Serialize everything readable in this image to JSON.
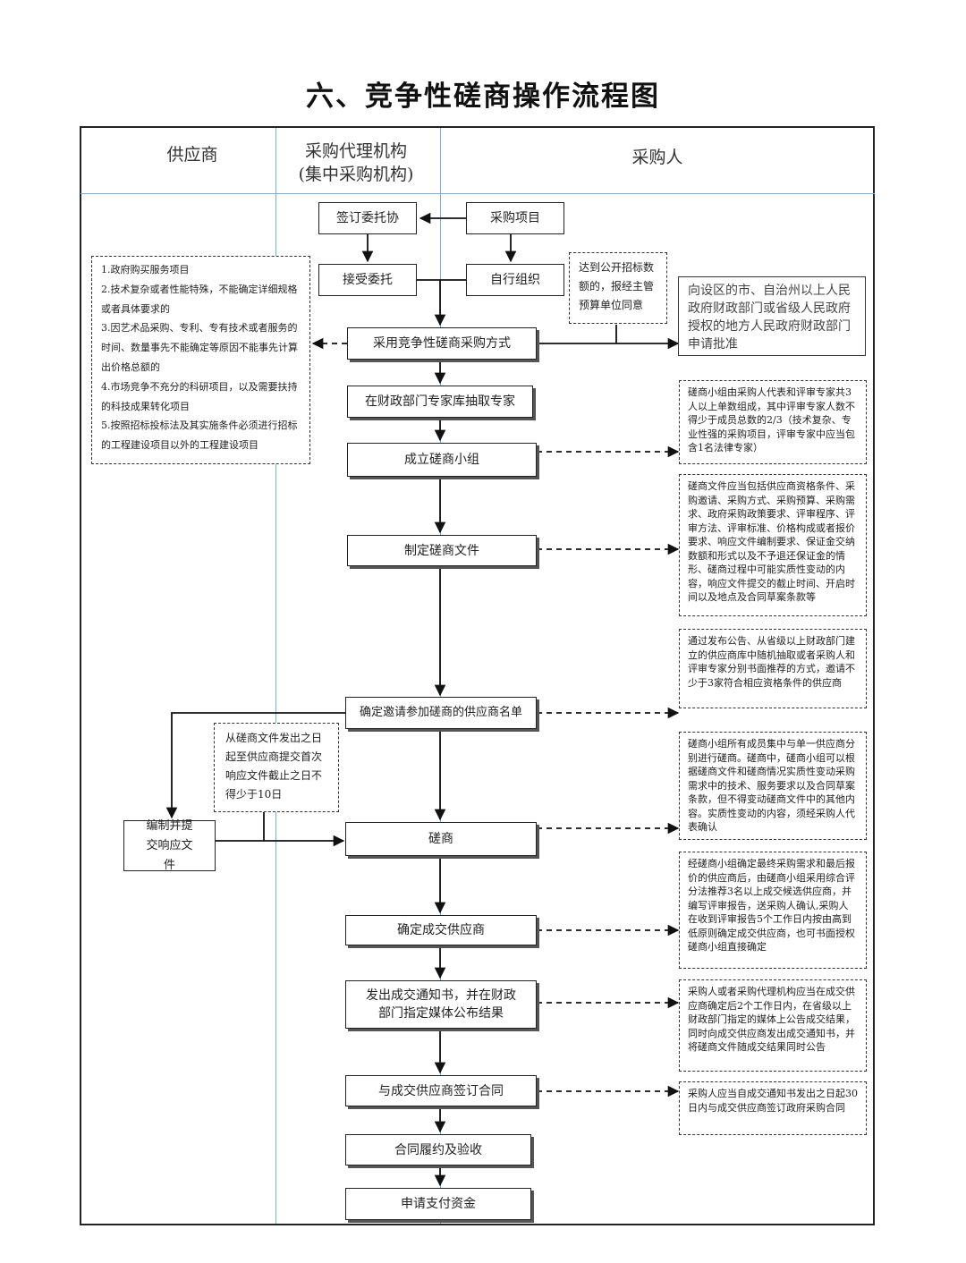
{
  "title": "六、竞争性磋商操作流程图",
  "lanes": {
    "supplier": "供应商",
    "agency_line1": "采购代理机构",
    "agency_line2": "(集中采购机构)",
    "purchaser": "采购人"
  },
  "steps": {
    "sign_agreement": "签订委托协",
    "purchase_project": "采购项目",
    "accept_commission": "接受委托",
    "self_organize": "自行组织",
    "adopt_method": "采用竞争性磋商采购方式",
    "extract_experts": "在财政部门专家库抽取专家",
    "form_group": "成立磋商小组",
    "prepare_docs": "制定磋商文件",
    "confirm_list": "确定邀请参加磋商的供应商名单",
    "compile_submit": "编制并提交响应文件",
    "negotiation": "磋商",
    "determine_winner": "确定成交供应商",
    "issue_notice": "发出成交通知书，并在财政部门指定媒体公布结果",
    "sign_contract": "与成交供应商签订合同",
    "perform_accept": "合同履约及验收",
    "apply_payment": "申请支付资金"
  },
  "notes": {
    "applicable": [
      "1.政府购买服务项目",
      "2.技术复杂或者性能特殊，不能确定详细规格或者具体要求的",
      "3.因艺术品采购、专利、专有技术或者服务的时间、数量事先不能确定等原因不能事先计算出价格总额的",
      "4.市场竞争不充分的科研项目，以及需要扶持的科技成果转化项目",
      "5.按照招标投标法及其实施条件必须进行招标的工程建设项目以外的工程建设项目"
    ],
    "public_bidding": "达到公开招标数额的，报经主管预算单位同意",
    "gov_approval": "向设区的市、自治州以上人民政府财政部门或省级人民政府授权的地方人民政府财政部门申请批准",
    "group_composition": "磋商小组由采购人代表和评审专家共3人以上单数组成，其中评审专家人数不得少于成员总数的2/3（技术复杂、专业性强的采购项目，评审专家中应当包含1名法律专家）",
    "doc_contents": "磋商文件应当包括供应商资格条件、采购邀请、采购方式、采购预算、采购需求、政府采购政策要求、评审程序、评审方法、评审标准、价格构成或者报价要求、响应文件编制要求、保证金交纳数额和形式以及不予退还保证金的情形、磋商过程中可能实质性变动的内容，响应文件提交的截止时间、开启时间以及地点及合同草案条款等",
    "invite_method": "通过发布公告、从省级以上财政部门建立的供应商库中随机抽取或者采购人和评审专家分别书面推荐的方式，邀请不少于3家符合相应资格条件的供应商",
    "response_period": "从磋商文件发出之日起至供应商提交首次响应文件截止之日不得少于10日",
    "negotiation_rules": "磋商小组所有成员集中与单一供应商分别进行磋商。磋商中，磋商小组可以根据磋商文件和磋商情况实质性变动采购需求中的技术、服务要求以及合同草案条款，但不得变动磋商文件中的其他内容。实质性变动的内容，须经采购人代表确认",
    "winner_rules": "经磋商小组确定最终采购需求和最后报价的供应商后，由磋商小组采用综合评分法推荐3名以上成交候选供应商，并编写评审报告，送采购人确认,采购人在收到评审报告5个工作日内按由高到低原则确定成交供应商，也可书面授权磋商小组直接确定",
    "notice_rules": "采购人或者采购代理机构应当在成交供应商确定后2个工作日内，在省级以上财政部门指定的媒体上公告成交结果，同时向成交供应商发出成交通知书，并将磋商文件随成交结果同时公告",
    "contract_rules": "采购人应当自成交通知书发出之日起30日内与成交供应商签订政府采购合同"
  }
}
